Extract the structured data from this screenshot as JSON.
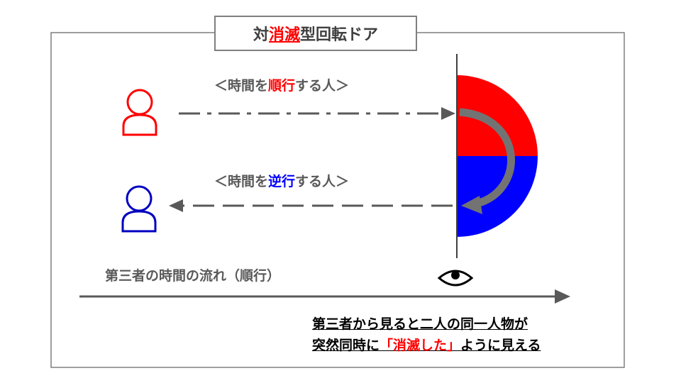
{
  "title": {
    "prefix": "対",
    "highlight": "消滅",
    "suffix": "型回転ドア"
  },
  "forward_label": {
    "open": "＜時間を",
    "highlight": "順行",
    "close": "する人＞"
  },
  "reverse_label": {
    "open": "＜時間を",
    "highlight": "逆行",
    "close": "する人＞"
  },
  "timeline_label": "第三者の時間の流れ（順行）",
  "conclusion": {
    "line1": "第三者から見ると二人の同一人物が",
    "line2_prefix": "突然同時に",
    "line2_highlight": "「消滅した」",
    "line2_suffix": "ように見える"
  },
  "icons": {
    "person_forward": "person-outline-icon",
    "person_reverse": "person-outline-icon",
    "observer": "eye-icon"
  },
  "colors": {
    "forward": "#ff0000",
    "reverse": "#0000ff",
    "arrow": "#595959",
    "frame": "#7f7f7f"
  }
}
